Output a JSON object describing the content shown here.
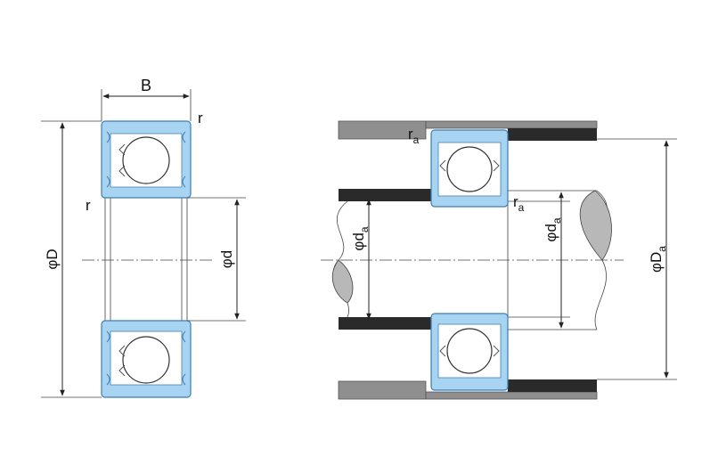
{
  "diagram": {
    "left": {
      "label_B": "B",
      "label_r_top": "r",
      "label_r_side": "r",
      "label_D": "φD",
      "label_d": "φd"
    },
    "right": {
      "label_ra_top": "r",
      "label_ra_top_sub": "a",
      "label_ra_mid": "r",
      "label_ra_mid_sub": "a",
      "label_da_left": "φd",
      "label_da_left_sub": "a",
      "label_da_right": "φd",
      "label_da_right_sub": "a",
      "label_Da": "φD",
      "label_Da_sub": "a"
    },
    "colors": {
      "ring": "#a8d4f2",
      "ring_stroke": "#3a7fb8",
      "housing": "#8f8f8f",
      "shoulder": "#2a2a2a",
      "shaft_cut": "#b8b8b8"
    }
  }
}
